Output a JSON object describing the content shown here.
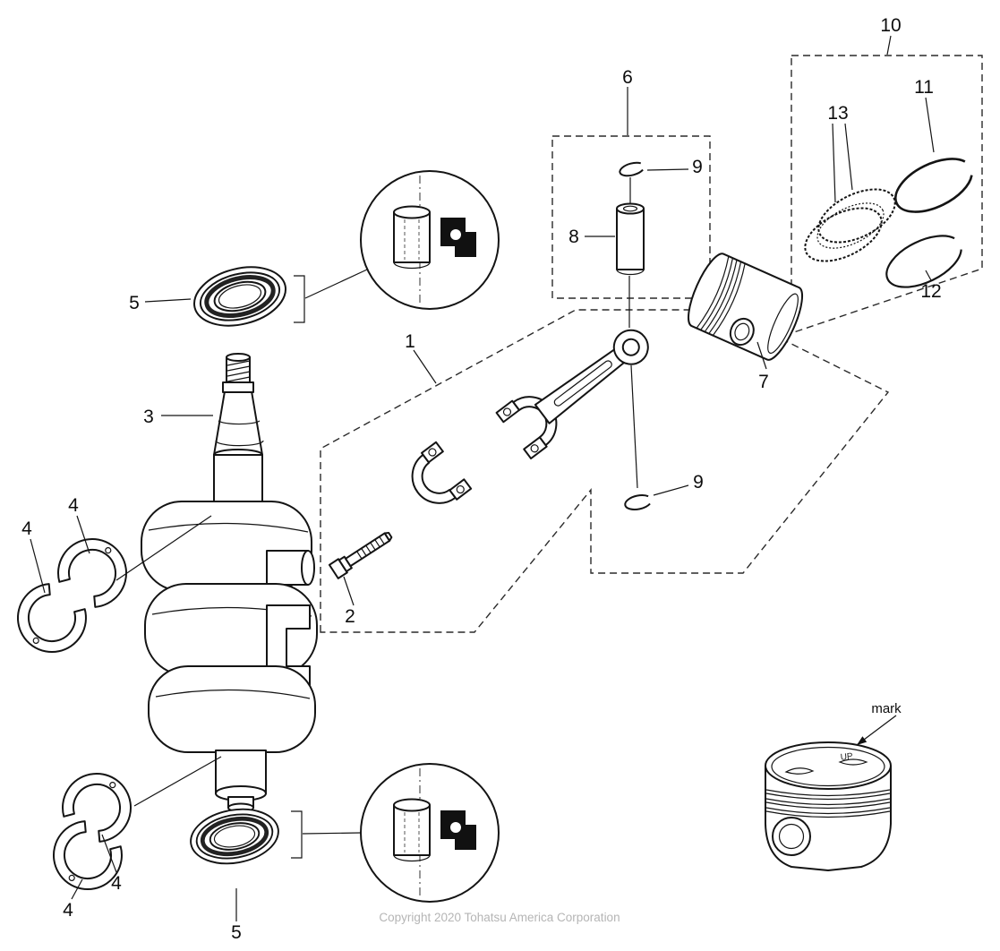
{
  "figure": {
    "copyright": "Copyright 2020 Tohatsu America Corporation",
    "mark_label": "mark",
    "piston_crown_mark": "UP"
  },
  "labels": {
    "l1": "1",
    "l2": "2",
    "l3": "3",
    "l4a": "4",
    "l4b": "4",
    "l4c": "4",
    "l4d": "4",
    "l5a": "5",
    "l5b": "5",
    "l6": "6",
    "l7": "7",
    "l8": "8",
    "l9a": "9",
    "l9b": "9",
    "l10": "10",
    "l11": "11",
    "l12": "12",
    "l13": "13"
  },
  "colors": {
    "line": "#141414",
    "background": "#ffffff",
    "watermark": "#b5b5b5"
  }
}
